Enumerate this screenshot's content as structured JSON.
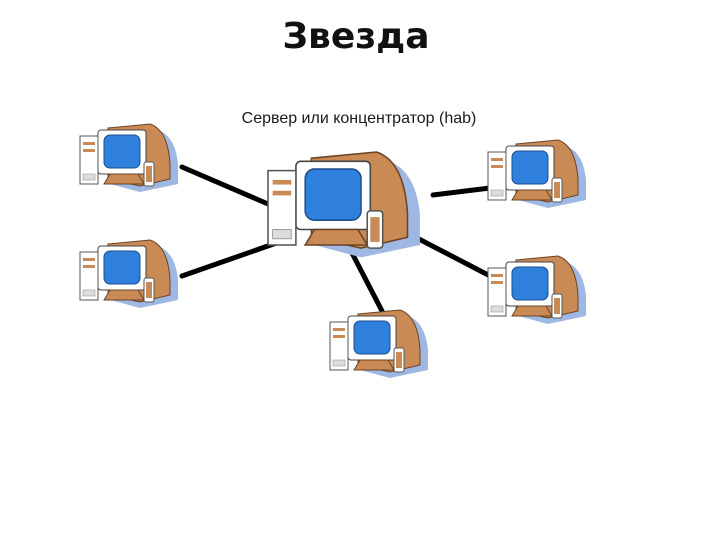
{
  "title": "Звезда",
  "caption": "Сервер или концентратор (hab)",
  "colors": {
    "link": "#000000",
    "screen": "#2f7fdc",
    "monitor": "#ffffff",
    "case": "#c98a55",
    "shadow": "#9fb7e3"
  },
  "nodes": [
    {
      "id": "hub",
      "role": "server",
      "icon": "computer-icon"
    },
    {
      "id": "pc-top-left",
      "role": "workstation",
      "icon": "computer-icon"
    },
    {
      "id": "pc-bottom-left",
      "role": "workstation",
      "icon": "computer-icon"
    },
    {
      "id": "pc-top-right",
      "role": "workstation",
      "icon": "computer-icon"
    },
    {
      "id": "pc-bottom-right",
      "role": "workstation",
      "icon": "computer-icon"
    },
    {
      "id": "pc-bottom",
      "role": "workstation",
      "icon": "computer-icon"
    }
  ],
  "links": [
    {
      "from": "pc-top-left",
      "to": "hub"
    },
    {
      "from": "pc-bottom-left",
      "to": "hub"
    },
    {
      "from": "pc-top-right",
      "to": "hub"
    },
    {
      "from": "pc-bottom-right",
      "to": "hub"
    },
    {
      "from": "pc-bottom",
      "to": "hub"
    }
  ]
}
